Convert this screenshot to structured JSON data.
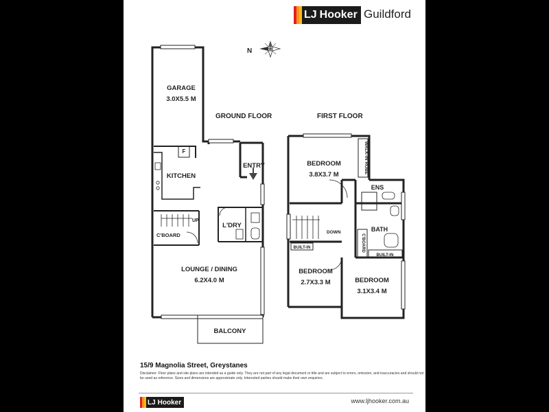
{
  "header": {
    "brand": "Hooker",
    "brand_prefix": "LJ",
    "office": "Guildford",
    "brand_colors": [
      "#e31e24",
      "#f7941d",
      "#fdb913"
    ]
  },
  "compass": {
    "label": "N"
  },
  "floors": {
    "ground": "GROUND FLOOR",
    "first": "FIRST FLOOR"
  },
  "rooms": {
    "garage": {
      "name": "GARAGE",
      "size": "3.0X5.5 M"
    },
    "kitchen": {
      "name": "KITCHEN"
    },
    "fridge": {
      "name": "F"
    },
    "entry": {
      "name": "ENTRY"
    },
    "up": {
      "name": "UP"
    },
    "cboard_ground": {
      "name": "C'BOARD"
    },
    "laundry": {
      "name": "L'DRY"
    },
    "lounge": {
      "name": "LOUNGE / DINING",
      "size": "6.2X4.0 M"
    },
    "balcony": {
      "name": "BALCONY"
    },
    "bed1": {
      "name": "BEDROOM",
      "size": "3.8X3.7 M"
    },
    "walkin": {
      "name": "WALK-IN ROBE"
    },
    "ens": {
      "name": "ENS"
    },
    "bath": {
      "name": "BATH"
    },
    "down": {
      "name": "DOWN"
    },
    "builtin_left": {
      "name": "BUILT-IN"
    },
    "cboard_first": {
      "name": "C'BOARD"
    },
    "builtin_right": {
      "name": "BUILT-IN"
    },
    "bed2": {
      "name": "BEDROOM",
      "size": "2.7X3.3 M"
    },
    "bed3": {
      "name": "BEDROOM",
      "size": "3.1X3.4 M"
    }
  },
  "footer": {
    "address": "15/9 Magnolia Street, Greystanes",
    "disclaimer": "Disclaimer: Floor plans and site plans are intended as a guide only. They are not part of any legal document or title and are subject to errors, omission, and inaccuracies and should not be used as reference. Sizes and dimensions are approximate only. Interested parties should make their own enquiries.",
    "url": "www.ljhooker.com.au"
  }
}
